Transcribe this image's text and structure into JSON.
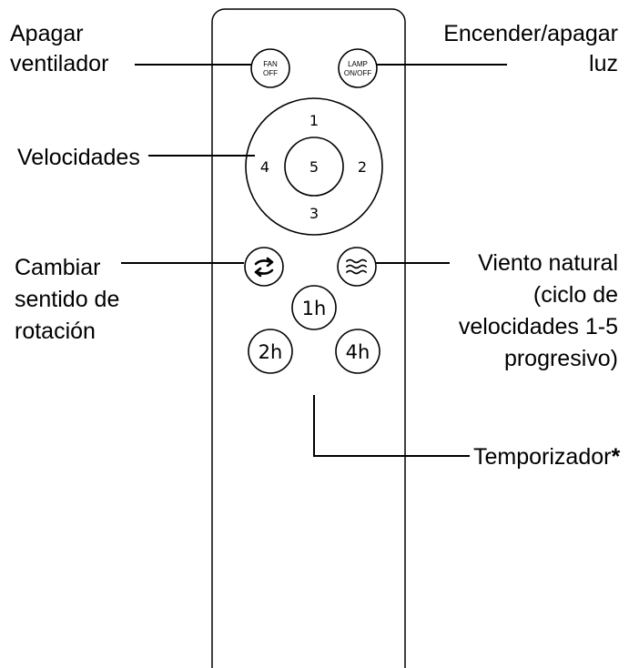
{
  "remote": {
    "fan_off_button": {
      "line1": "FAN",
      "line2": "OFF"
    },
    "lamp_button": {
      "line1": "LAMP",
      "line2": "ON/OFF"
    },
    "speed_ring": {
      "top": "1",
      "right": "2",
      "bottom": "3",
      "left": "4",
      "center": "5"
    },
    "timer_buttons": {
      "t1": "1h",
      "t2": "2h",
      "t4": "4h"
    },
    "icons": {
      "reverse": "rotate-arrows-icon",
      "natural_wind": "wind-waves-icon"
    }
  },
  "labels": {
    "fan_off": [
      "Apagar",
      "ventilador"
    ],
    "lamp": [
      "Encender/apagar",
      "luz"
    ],
    "speeds": "Velocidades",
    "reverse": [
      "Cambiar",
      "sentido de",
      "rotación"
    ],
    "natural_wind": [
      "Viento natural",
      "(ciclo de",
      "velocidades 1-5",
      "progresivo)"
    ],
    "timer": "Temporizador",
    "timer_mark": "*"
  }
}
